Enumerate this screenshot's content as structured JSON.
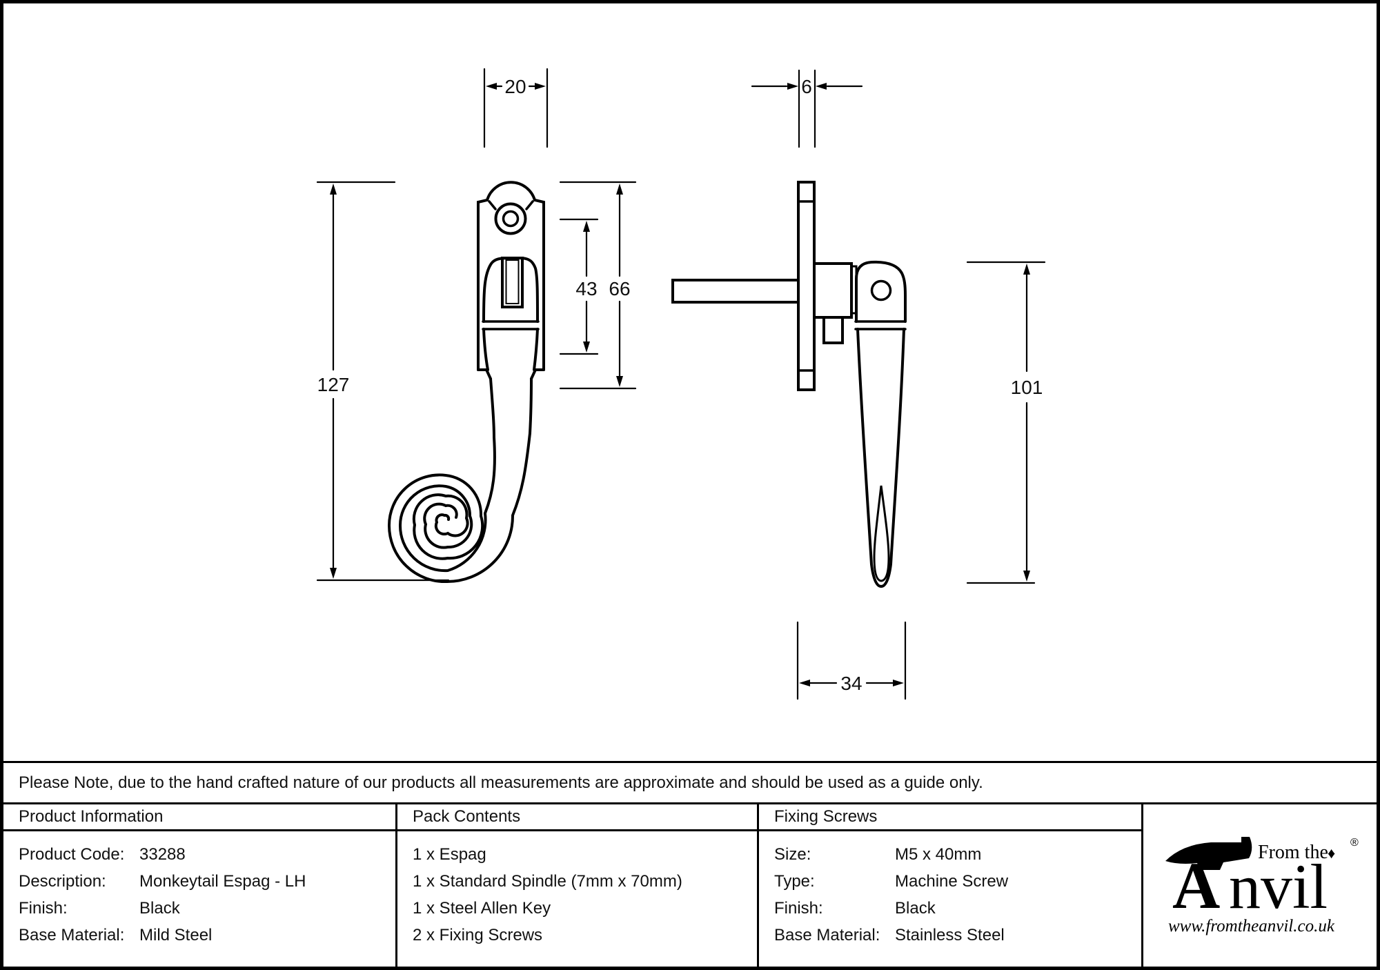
{
  "drawing": {
    "front_view": {
      "plate_width_mm": "20",
      "total_height_mm": "127",
      "slot_height_mm": "43",
      "plate_height_mm": "66"
    },
    "side_view": {
      "plate_thickness_mm": "6",
      "handle_length_mm": "101",
      "projection_mm": "34"
    }
  },
  "note": "Please Note, due to the hand crafted nature of our products all measurements are approximate and should be used as a guide only.",
  "product_information": {
    "title": "Product Information",
    "rows": [
      {
        "label": "Product Code:",
        "value": "33288"
      },
      {
        "label": "Description:",
        "value": "Monkeytail Espag - LH"
      },
      {
        "label": "Finish:",
        "value": "Black"
      },
      {
        "label": "Base Material:",
        "value": "Mild Steel"
      }
    ]
  },
  "pack_contents": {
    "title": "Pack Contents",
    "items": [
      "1 x Espag",
      "1 x Standard Spindle (7mm x 70mm)",
      "1 x Steel Allen Key",
      "2 x Fixing Screws"
    ]
  },
  "fixing_screws": {
    "title": "Fixing Screws",
    "rows": [
      {
        "label": "Size:",
        "value": "M5 x 40mm"
      },
      {
        "label": "Type:",
        "value": "Machine Screw"
      },
      {
        "label": "Finish:",
        "value": "Black"
      },
      {
        "label": "Base Material:",
        "value": "Stainless Steel"
      }
    ]
  },
  "logo": {
    "brand_prefix": "From the",
    "brand_initial": "A",
    "brand_rest": "nvil",
    "registered_mark": "®",
    "diamond": "♦",
    "website": "www.fromtheanvil.co.uk"
  }
}
